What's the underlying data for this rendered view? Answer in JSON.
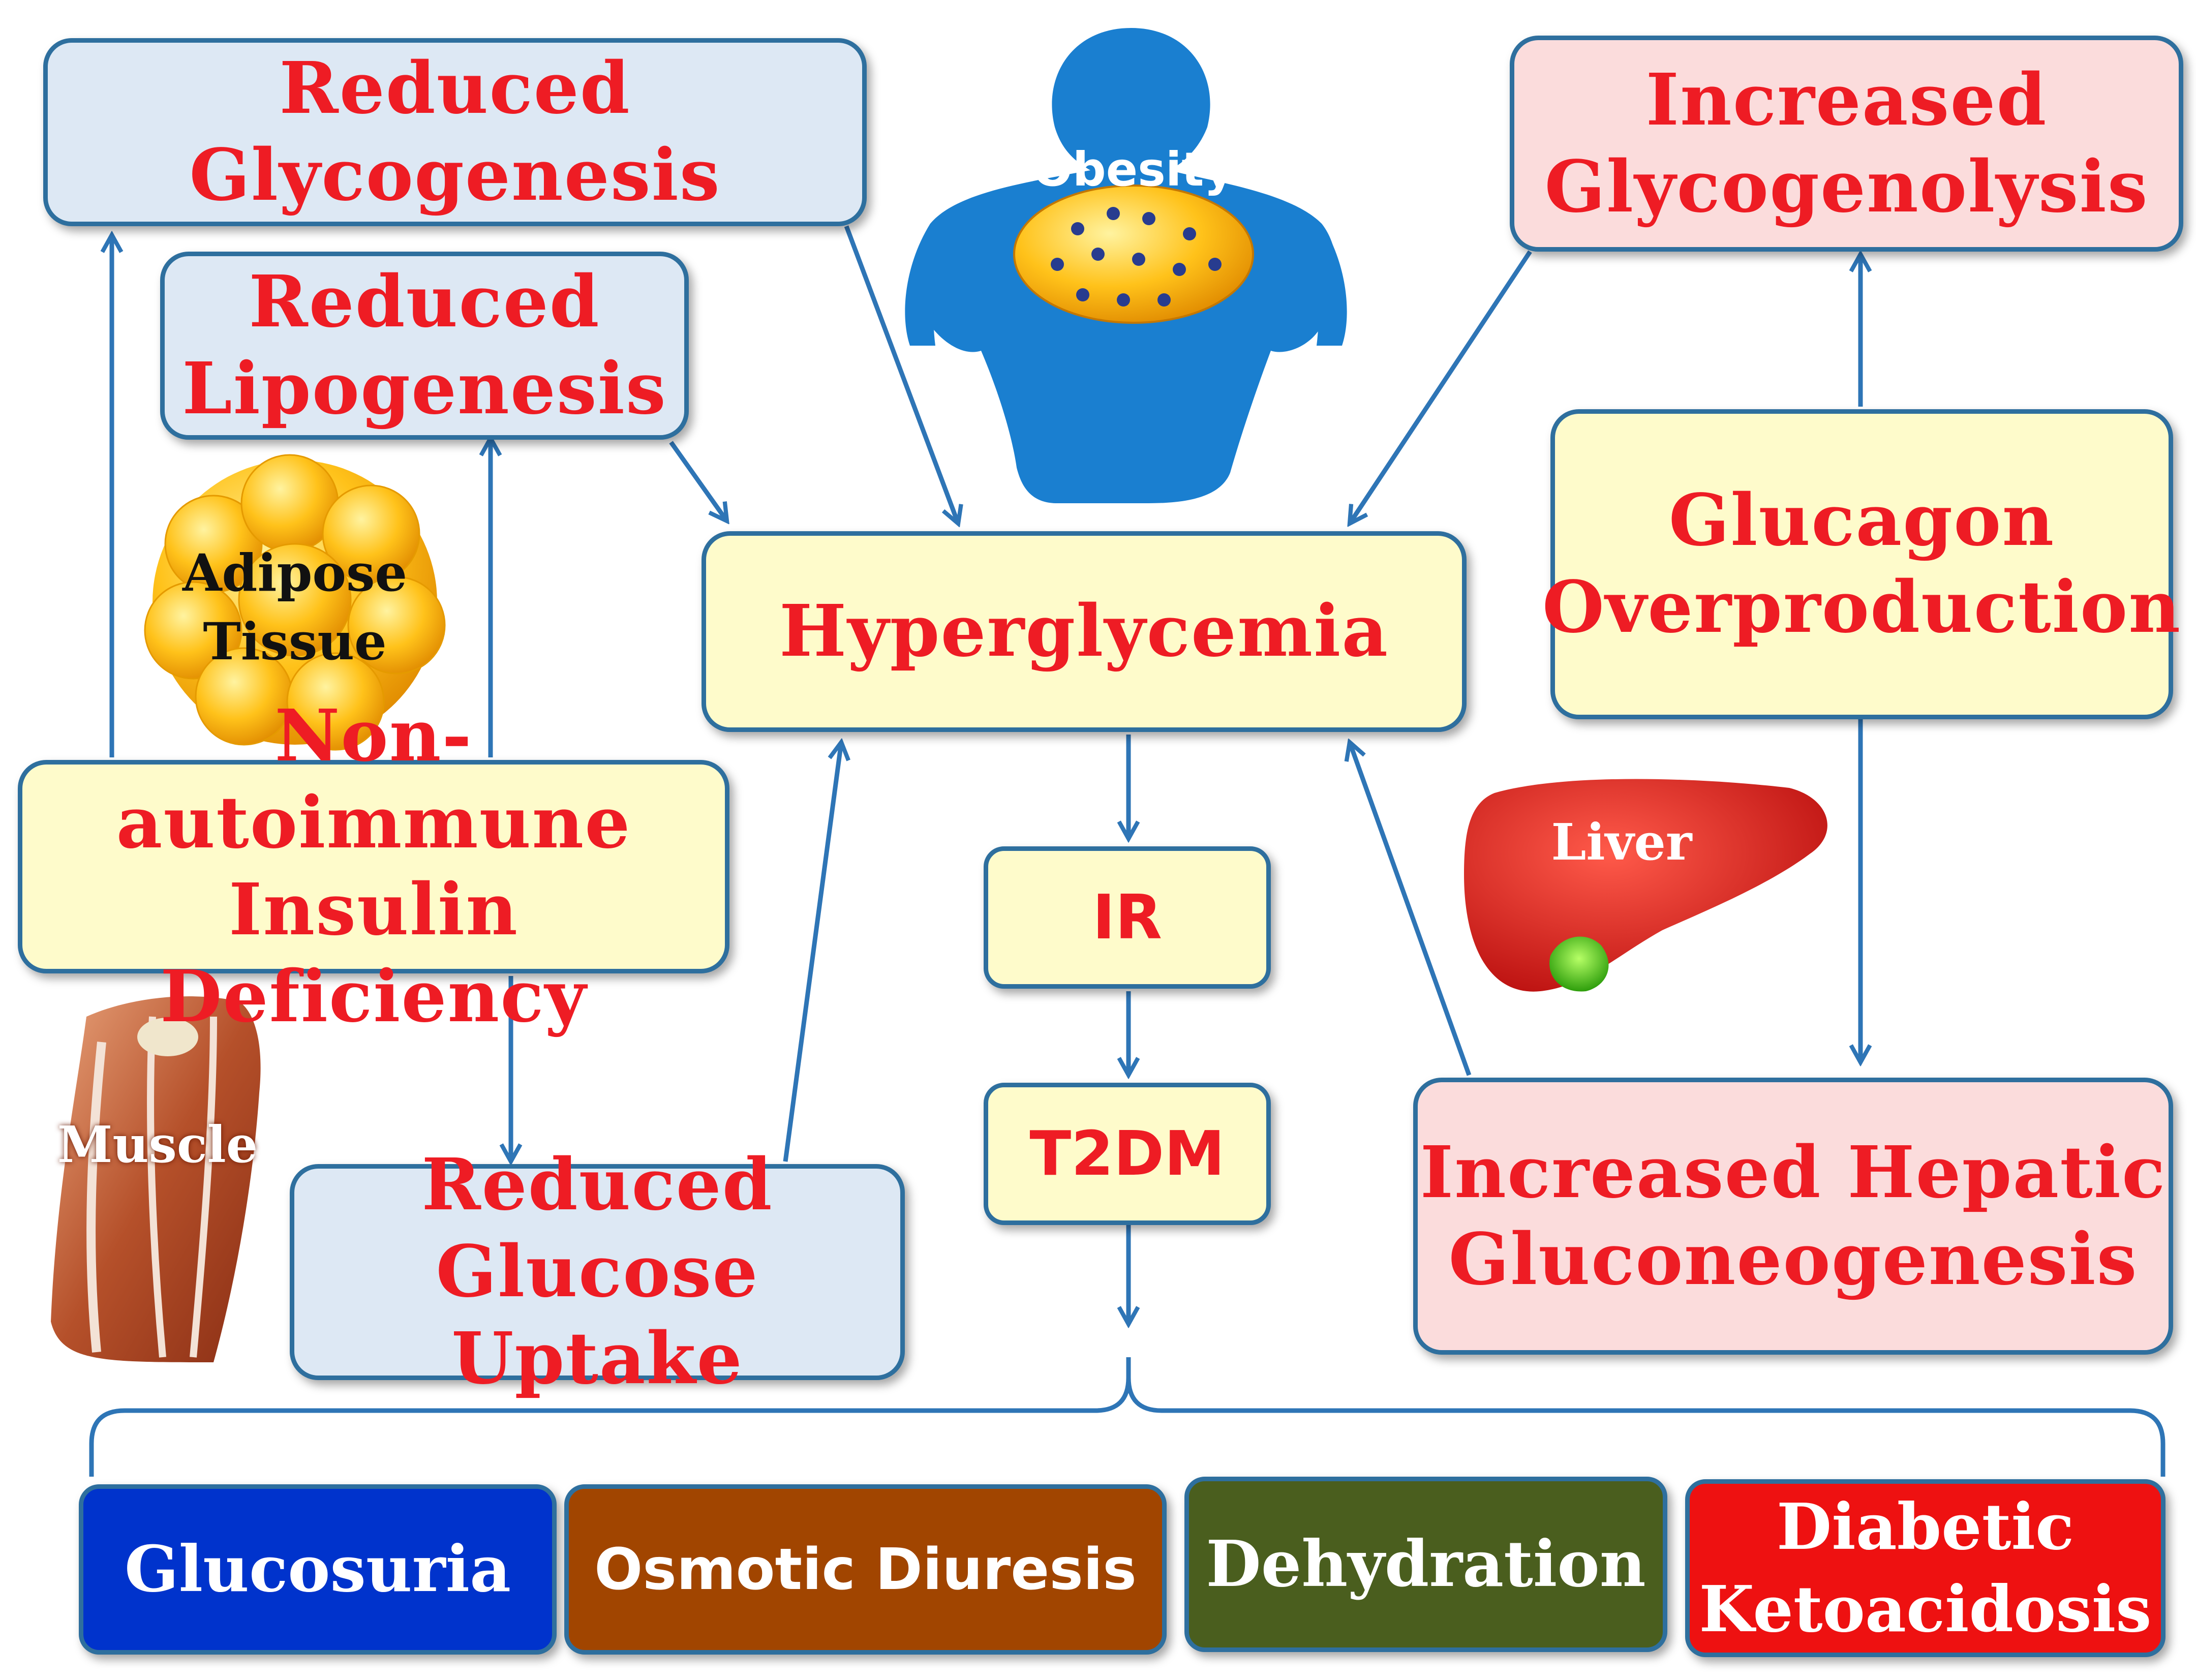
{
  "boxes": {
    "reduced_glycogenesis": "Reduced Glycogenesis",
    "reduced_lipogenesis": "Reduced\nLipogenesis",
    "non_autoimmune": "Non-autoimmune\nInsulin Deficiency",
    "reduced_glucose_uptake": "Reduced\nGlucose Uptake",
    "hyperglycemia": "Hyperglycemia",
    "ir": "IR",
    "t2dm": "T2DM",
    "increased_glycogenolysis": "Increased\nGlycogenolysis",
    "glucagon_overproduction": "Glucagon\nOverproduction",
    "increased_hepatic": "Increased Hepatic\nGluconeogenesis"
  },
  "images": {
    "obesity": "Obesity",
    "adipose": "Adipose\nTissue",
    "muscle": "Muscle",
    "liver": "Liver"
  },
  "outcomes": [
    {
      "label": "Glucosuria",
      "color": "#0033cc"
    },
    {
      "label": "Osmotic Diuresis",
      "color": "#a14500"
    },
    {
      "label": "Dehydration",
      "color": "#4a5e1e"
    },
    {
      "label": "Diabetic\nKetoacidosis",
      "color": "#ee1111"
    }
  ],
  "colors": {
    "arrow": "#2e75b6",
    "text_red": "#ee1c24",
    "box_blue": "#dde8f4",
    "box_yellow": "#fefbcb",
    "box_pink": "#fbdcdc"
  }
}
